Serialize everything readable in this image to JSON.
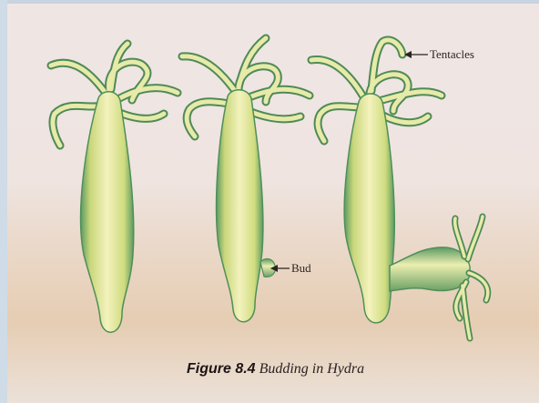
{
  "labels": {
    "tentacles": "Tentacles",
    "bud": "Bud"
  },
  "caption": {
    "figure_number": "Figure 8.4",
    "text": "Budding in Hydra"
  },
  "colors": {
    "body_fill": "#dfe08a",
    "body_highlight": "#f2f1b8",
    "body_edge": "#4f8f5a",
    "background_top": "#efe6e4",
    "background_bottom": "#e6cdb3"
  }
}
